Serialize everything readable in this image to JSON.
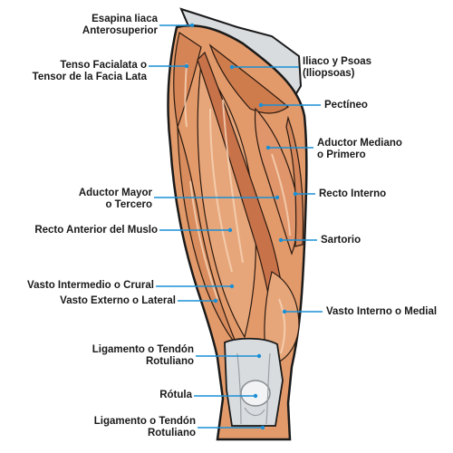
{
  "colors": {
    "muscle": "#e39a6a",
    "muscle_dark": "#c9764a",
    "muscle_light": "#f2c4a0",
    "tendon": "#d7dadd",
    "leader": "#1a8fd6",
    "outline": "#1a1a1a"
  },
  "labels": {
    "esapina_iliaca": [
      "Esapina Iiaca",
      "Anterosuperior"
    ],
    "tenso_facialata": [
      "Tenso Facialata o",
      "Tensor de la Facia Lata"
    ],
    "adductor_mayor": [
      "Aductor Mayor",
      "o Tercero"
    ],
    "recto_anterior": [
      "Recto Anterior del Muslo"
    ],
    "vasto_intermedio": [
      "Vasto Intermedio o Crural"
    ],
    "vasto_externo": [
      "Vasto Externo o Lateral"
    ],
    "ligamento_superior": [
      "Ligamento o Tendón",
      "Rotuliano"
    ],
    "rotula": [
      "Rótula"
    ],
    "ligamento_inferior": [
      "Ligamento o Tendón",
      "Rotuliano"
    ],
    "iliaco_psoas": [
      "Iliaco y Psoas",
      "(Iliopsoas)"
    ],
    "pectineo": [
      "Pectíneo"
    ],
    "aductor_mediano": [
      "Aductor Mediano",
      "o Primero"
    ],
    "recto_interno": [
      "Recto Interno"
    ],
    "sartorio": [
      "Sartorio"
    ],
    "vasto_interno": [
      "Vasto Interno o Medial"
    ]
  }
}
